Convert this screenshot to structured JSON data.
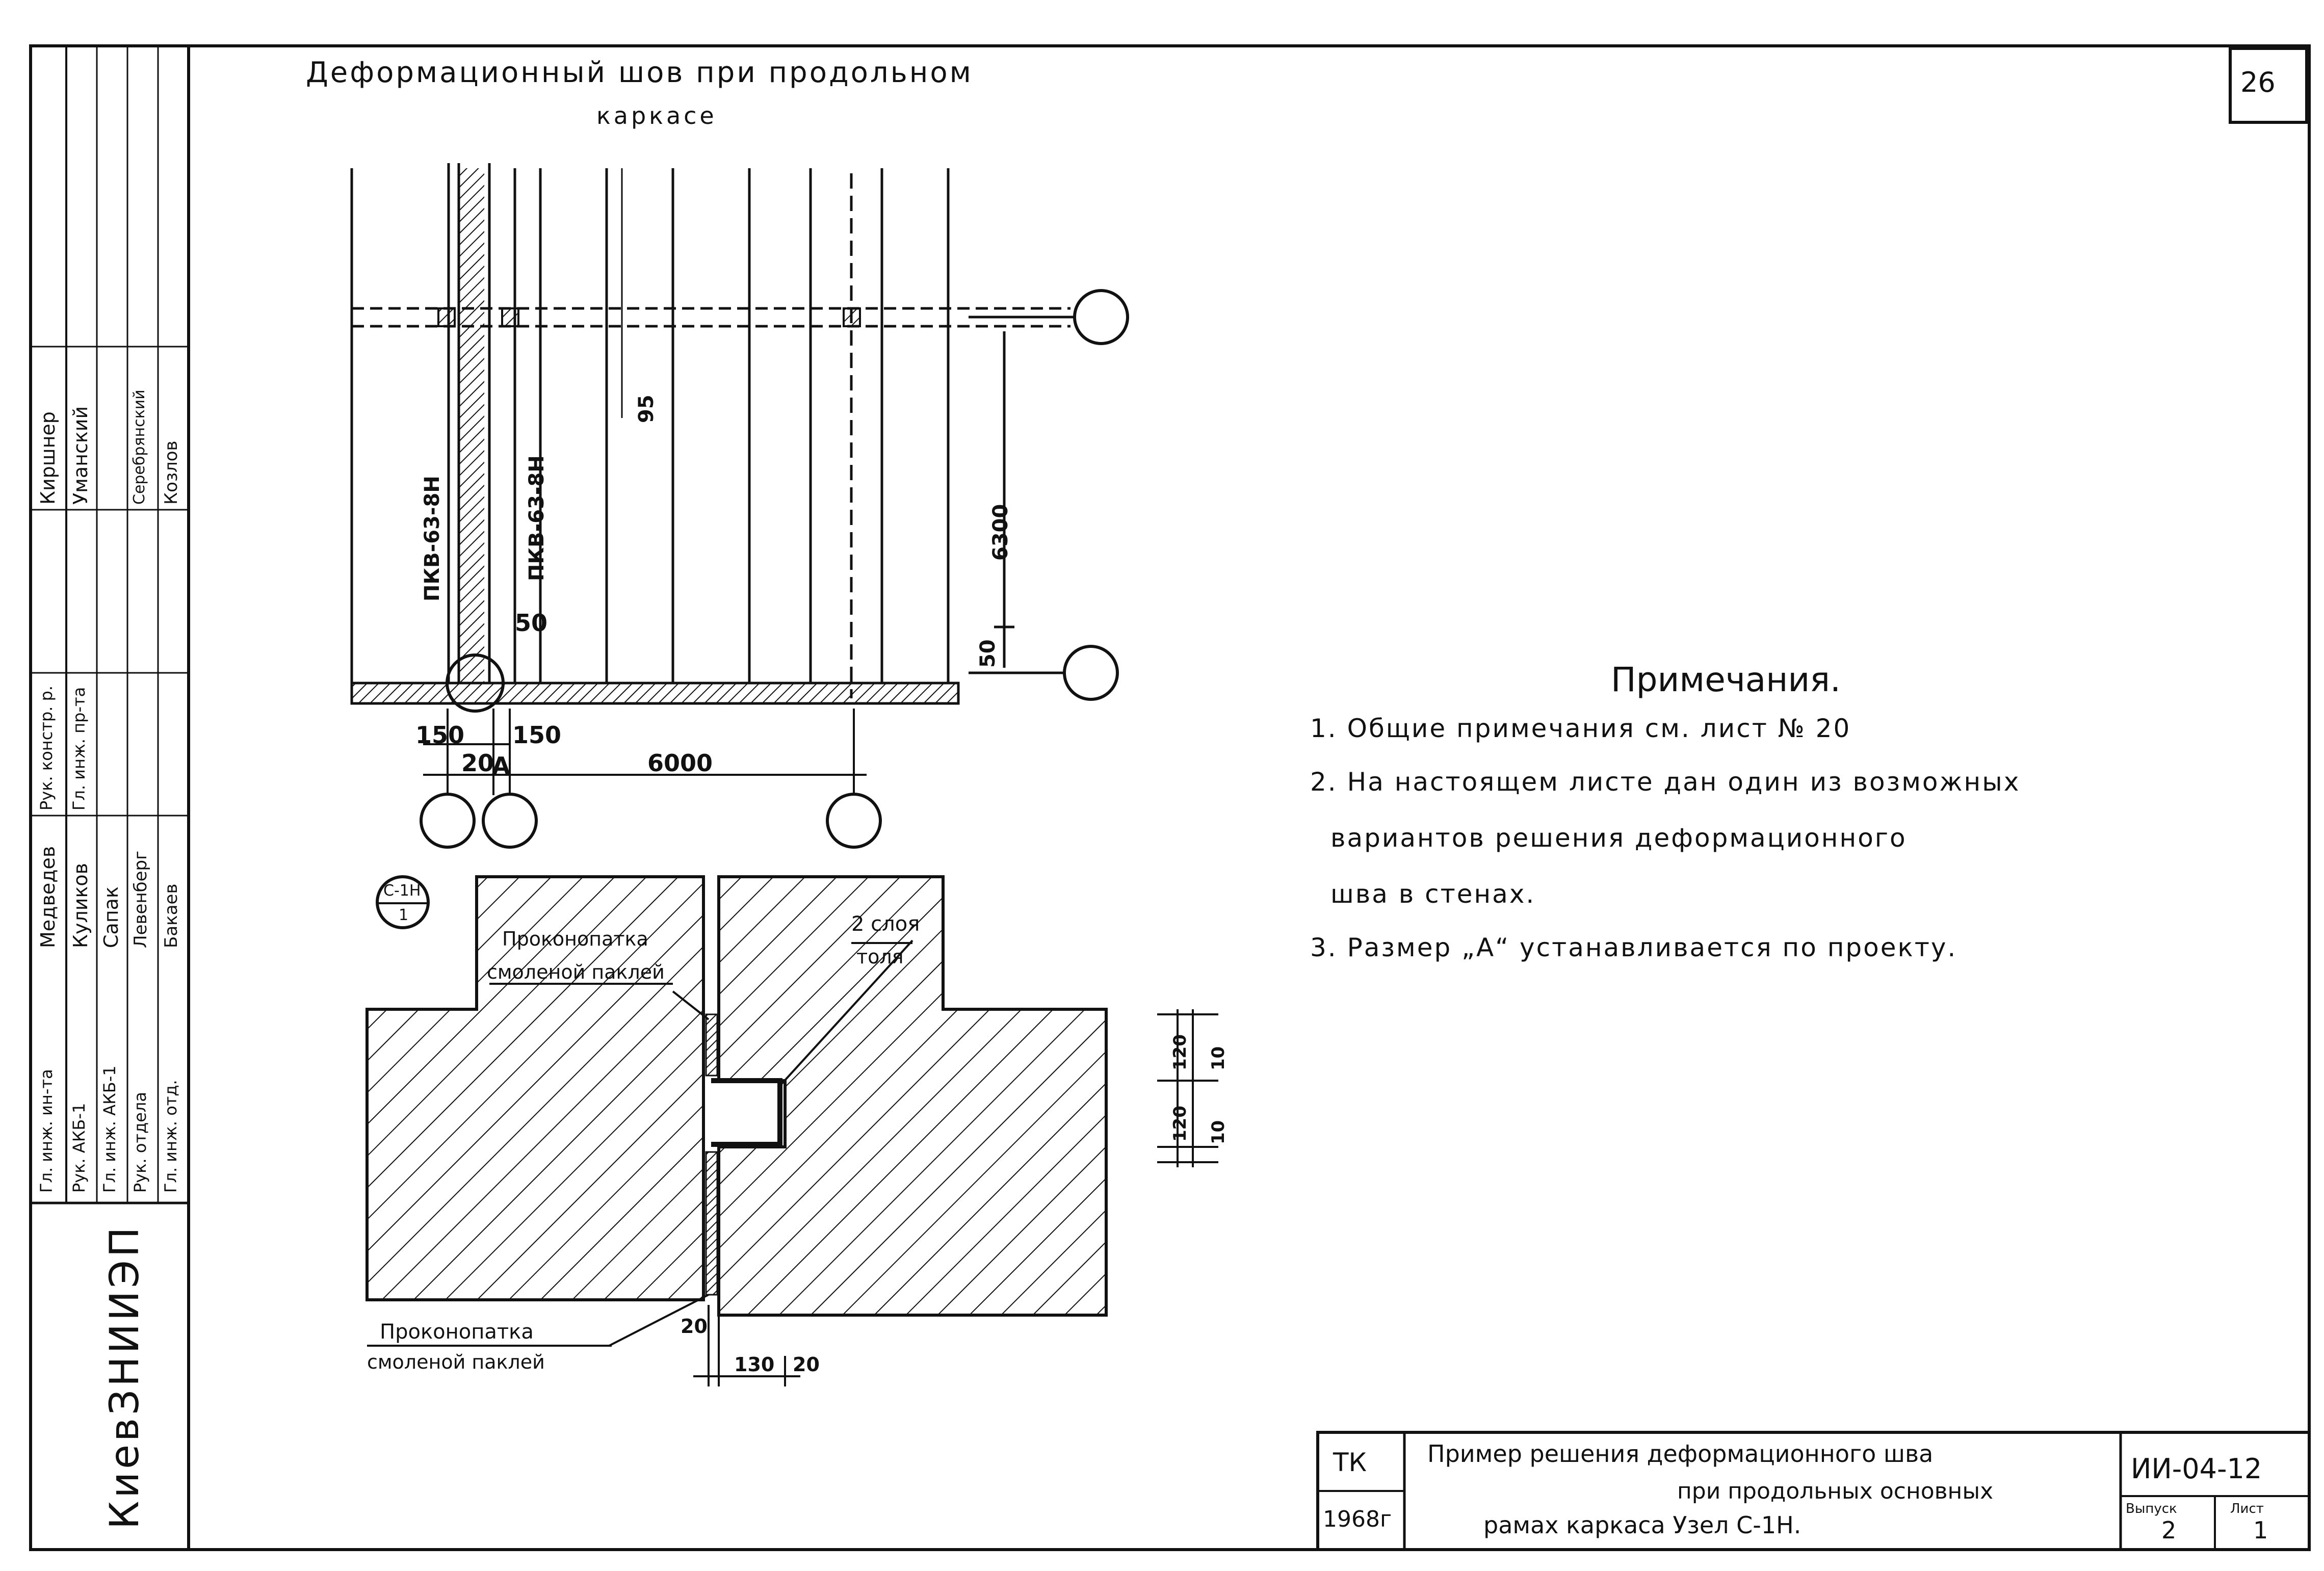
{
  "sheet_number": "26",
  "drawing": {
    "title": "Деформационный шов при продольном",
    "subtitle": "каркасе",
    "marks": {
      "panel_left": "ПКВ-63-8Н",
      "panel_right": "ПКВ-63-8Н",
      "dim_95": "95",
      "dim_6300": "6300",
      "dim_50_v": "50",
      "dim_50_h": "50",
      "dim_150_l": "150",
      "dim_150_r": "150",
      "dim_20": "20",
      "dim_A": "А",
      "dim_6000": "6000"
    }
  },
  "section": {
    "callout_top": "С-1Н",
    "callout_bottom": "1",
    "label_caulk_top_1": "Проконопатка",
    "label_caulk_top_2": "смоленой паклей",
    "label_layers_1": "2 слоя",
    "label_layers_2": "толя",
    "label_caulk_bot_1": "Проконопатка",
    "label_caulk_bot_2": "смоленой паклей",
    "dim_120a": "120",
    "dim_10a": "10",
    "dim_120b": "120",
    "dim_10b": "10",
    "dim_20": "20",
    "dim_130": "130",
    "dim_20b": "20"
  },
  "notes": {
    "heading": "Примечания.",
    "items": [
      "1. Общие примечания см. лист № 20",
      "2. На настоящем листе дан один из возможных",
      "вариантов решения деформационного",
      "шва в стенах.",
      "3. Размер „А“ устанавливается по проекту."
    ]
  },
  "stamp": {
    "organization": "КиевЗНИИЭП",
    "roles": [
      "Гл. инж. ин-та",
      "Рук. АКБ-1",
      "Гл. инж. АКБ-1",
      "Рук. отдела",
      "Гл. инж. отд.",
      "Рук. констр. р.",
      "Гл. инж. пр-та"
    ],
    "names": [
      "Медведев",
      "Куликов",
      "Сапак",
      "Левенберг",
      "Бакаев",
      "Киршнер",
      "Уманский",
      "Серебрянский",
      "Козлов"
    ]
  },
  "title_block": {
    "code": "ТК",
    "year": "1968г",
    "description_1": "Пример решения деформационного шва",
    "description_2": "при продольных основных",
    "description_3": "рамах каркаса Узел С-1Н.",
    "series": "ИИ-04-12",
    "issue_label": "Выпуск",
    "sheet_label": "Лист",
    "issue": "2",
    "sheet": "1"
  }
}
